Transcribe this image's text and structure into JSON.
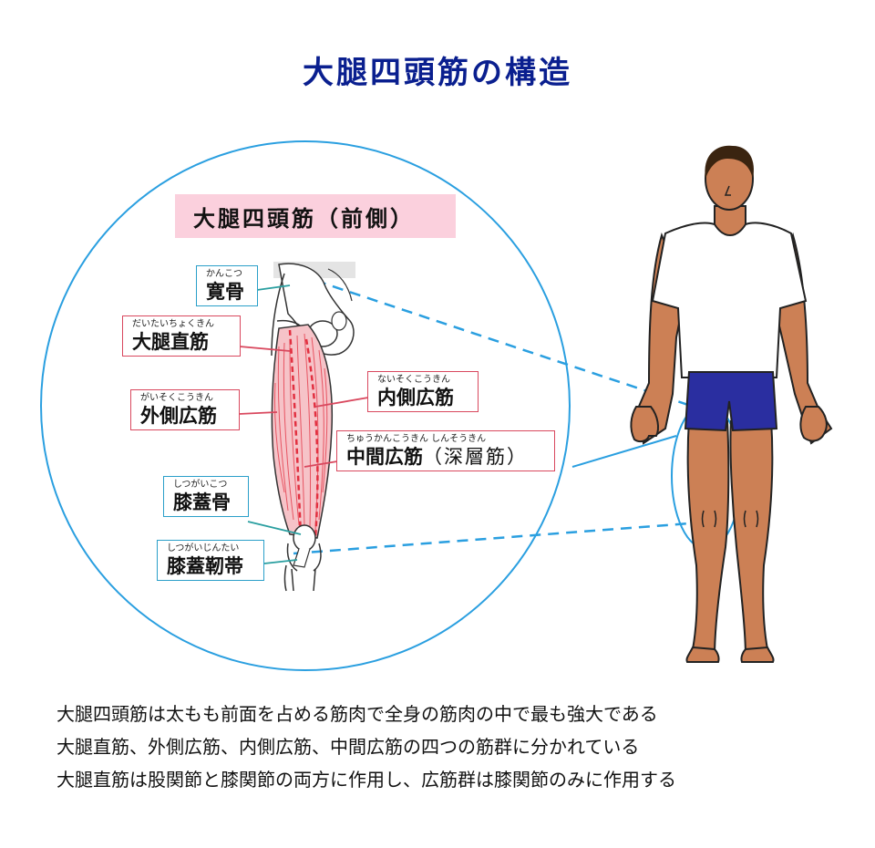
{
  "title": "大腿四頭筋の構造",
  "section_header": "大腿四頭筋（前側）",
  "labels": {
    "hip_bone": {
      "ruby": "かんこつ",
      "term": "寛骨"
    },
    "rectus_femoris": {
      "ruby": "だいたいちょくきん",
      "term": "大腿直筋"
    },
    "vastus_lateralis": {
      "ruby": "がいそくこうきん",
      "term": "外側広筋"
    },
    "vastus_medialis": {
      "ruby": "ないそくこうきん",
      "term": "内側広筋"
    },
    "vastus_intermedius": {
      "ruby": "ちゅうかんこうきん しんそうきん",
      "term": "中間広筋",
      "note": "（深層筋）"
    },
    "patella": {
      "ruby": "しつがいこつ",
      "term": "膝蓋骨"
    },
    "patellar_ligament": {
      "ruby": "しつがいじんたい",
      "term": "膝蓋靭帯"
    }
  },
  "description": [
    "大腿四頭筋は太もも前面を占める筋肉で全身の筋肉の中で最も強大である",
    "大腿直筋、外側広筋、内側広筋、中間広筋の四つの筋群に分かれている",
    "大腿直筋は股関節と膝関節の両方に作用し、広筋群は膝関節のみに作用する"
  ],
  "colors": {
    "title": "#0a1f8f",
    "callout_circle": "#2a9fe0",
    "header_band": "#fbd0dd",
    "teal_box": "#2a9fc9",
    "red_box": "#d9485e",
    "skin": "#cc8055",
    "shorts": "#2a2ea0",
    "muscle": "#e23040"
  }
}
